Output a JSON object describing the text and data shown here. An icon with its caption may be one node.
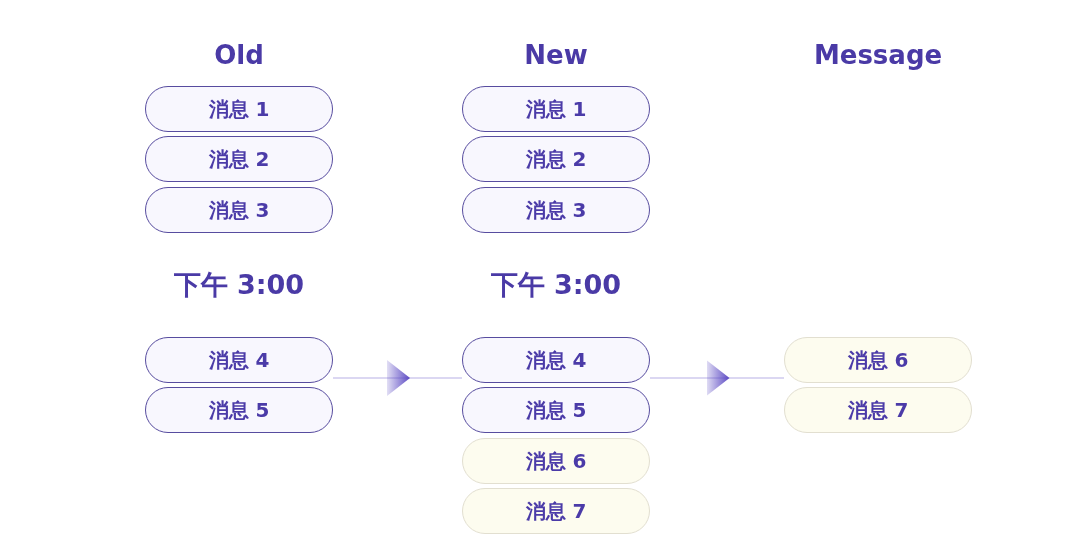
{
  "diagram": {
    "nodes": [
      {
        "text": [
          "Old"
        ]
      },
      {
        "text": [
          "消息 1"
        ],
        "in": 0
      },
      {
        "text": [
          "消息 2"
        ],
        "in": 0
      },
      {
        "text": [
          "消息 3"
        ],
        "in": 0
      },
      {
        "text": [
          "消息 4"
        ],
        "in": 0
      },
      {
        "text": [
          "消息 5"
        ],
        "in": 0
      },
      {
        "text": [
          "New"
        ]
      },
      {
        "text": [
          "消息 1"
        ],
        "in": 6
      },
      {
        "text": [
          "消息 2"
        ],
        "in": 6
      },
      {
        "text": [
          "消息 3"
        ],
        "in": 6
      },
      {
        "text": [
          "消息 4"
        ],
        "in": 6
      },
      {
        "text": [
          "消息 5"
        ],
        "in": 6
      },
      {
        "text": [
          "消息 6"
        ],
        "in": 6
      },
      {
        "text": [
          "消息 7"
        ],
        "in": 6
      },
      {
        "text": [
          "Message"
        ]
      },
      {
        "text": [
          "消息 6"
        ],
        "in": 14
      },
      {
        "text": [
          "消息 7"
        ],
        "in": 14
      }
    ],
    "edges": [
      {
        "from": 0,
        "to": 6,
        "arrow": "to"
      },
      {
        "from": 6,
        "to": 14,
        "arrow": "to"
      }
    ],
    "labels": [
      "下午 3:00",
      "下午 3:00"
    ]
  }
}
